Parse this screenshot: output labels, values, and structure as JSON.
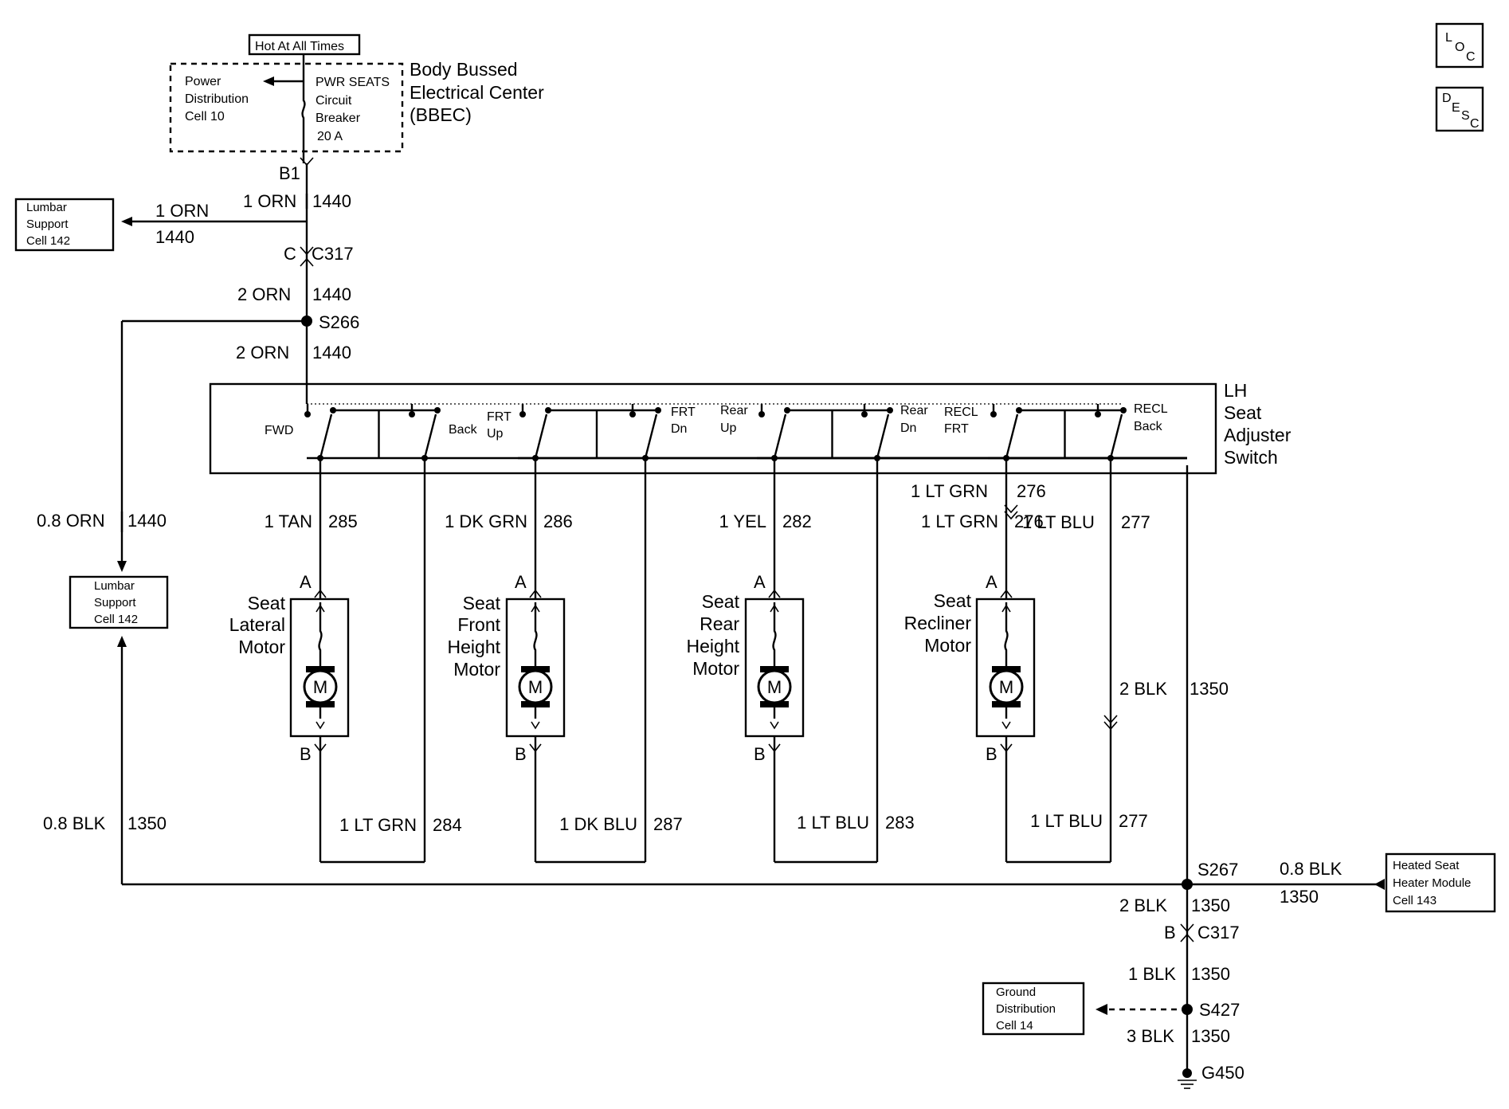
{
  "corner_icons": {
    "loc": [
      "L",
      "O",
      "C"
    ],
    "desc": [
      "D",
      "E",
      "S",
      "C"
    ]
  },
  "bbec": {
    "hot_label": "Hot At All Times",
    "power_dist": [
      "Power",
      "Distribution",
      "Cell 10"
    ],
    "breaker": [
      "PWR SEATS",
      "Circuit",
      "Breaker",
      "20 A"
    ],
    "name": [
      "Body Bussed",
      "Electrical Center",
      "(BBEC)"
    ],
    "terminal": "B1"
  },
  "feed": {
    "wire_1orn": "1 ORN",
    "circuit_1440": "1440",
    "branch_wire": "1 ORN",
    "branch_circuit": "1440",
    "c317_pin": "C",
    "c317": "C317",
    "wire_2orn_a": "2 ORN",
    "circuit_a": "1440",
    "splice": "S266",
    "wire_2orn_b": "2 ORN",
    "circuit_b": "1440"
  },
  "lumbar_top": [
    "Lumbar",
    "Support",
    "Cell 142"
  ],
  "lumbar_mid": [
    "Lumbar",
    "Support",
    "Cell 142"
  ],
  "lumbar_wires": {
    "orn_wire": "0.8 ORN",
    "orn_circuit": "1440",
    "blk_wire": "0.8 BLK",
    "blk_circuit": "1350"
  },
  "switch": {
    "name": [
      "LH",
      "Seat",
      "Adjuster",
      "Switch"
    ],
    "labels": {
      "fwd": "FWD",
      "back": "Back",
      "frt_up": [
        "FRT",
        "Up"
      ],
      "frt_dn": [
        "FRT",
        "Dn"
      ],
      "rear_up": [
        "Rear",
        "Up"
      ],
      "rear_dn": [
        "Rear",
        "Dn"
      ],
      "recl_frt": [
        "RECL",
        "FRT"
      ],
      "recl_back": [
        "RECL",
        "Back"
      ]
    }
  },
  "motors": [
    {
      "name": [
        "Seat",
        "Lateral",
        "Motor"
      ],
      "pin_a": "A",
      "pin_b": "B",
      "wire_a": "1 TAN",
      "circuit_a": "285",
      "wire_b": "1 LT GRN",
      "circuit_b": "284",
      "symbol": "M"
    },
    {
      "name": [
        "Seat",
        "Front",
        "Height",
        "Motor"
      ],
      "pin_a": "A",
      "pin_b": "B",
      "wire_a": "1 DK GRN",
      "circuit_a": "286",
      "wire_b": "1 DK BLU",
      "circuit_b": "287",
      "symbol": "M"
    },
    {
      "name": [
        "Seat",
        "Rear",
        "Height",
        "Motor"
      ],
      "pin_a": "A",
      "pin_b": "B",
      "wire_a": "1 YEL",
      "circuit_a": "282",
      "wire_b": "1 LT BLU",
      "circuit_b": "283",
      "symbol": "M"
    },
    {
      "name": [
        "Seat",
        "Recliner",
        "Motor"
      ],
      "pin_a": "A",
      "pin_b": "B",
      "wire_a": "1 LT GRN",
      "circuit_a": "276",
      "wire_b": "1 LT BLU",
      "circuit_b": "277",
      "symbol": "M"
    }
  ],
  "recliner_extra": {
    "wire_top": "1 LT GRN",
    "circuit_top": "276",
    "wire_blu": "1 LT BLU",
    "circuit_blu": "277",
    "wire_blk": "2 BLK",
    "circuit_blk": "1350"
  },
  "ground": {
    "splice_s267": "S267",
    "heater_wire": "0.8 BLK",
    "heater_circuit": "1350",
    "heater_module": [
      "Heated Seat",
      "Heater Module",
      "Cell 143"
    ],
    "wire_2blk": "2 BLK",
    "circuit_2blk": "1350",
    "c317_pin": "B",
    "c317": "C317",
    "wire_1blk": "1 BLK",
    "circuit_1blk": "1350",
    "splice_s427": "S427",
    "ground_dist": [
      "Ground",
      "Distribution",
      "Cell 14"
    ],
    "wire_3blk": "3 BLK",
    "circuit_3blk": "1350",
    "ground_point": "G450"
  }
}
